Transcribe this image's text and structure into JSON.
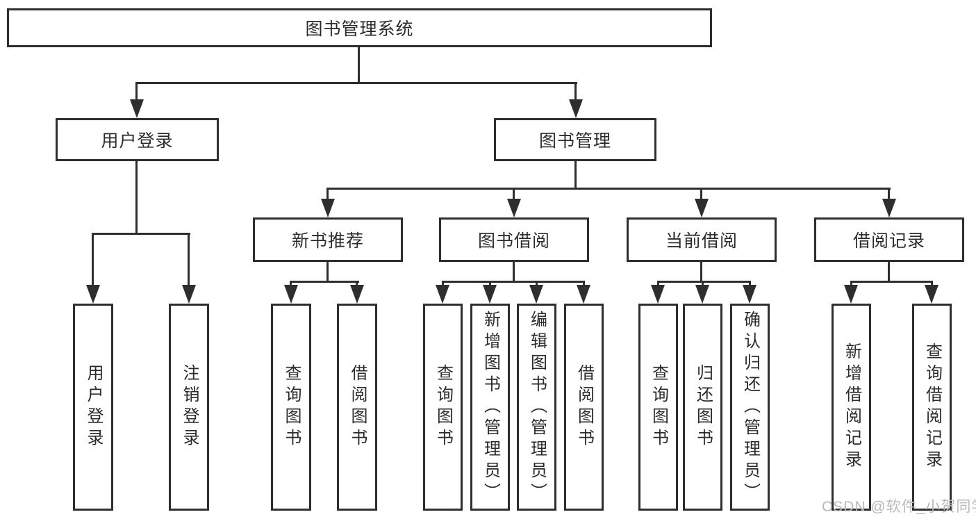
{
  "title": {
    "label": "图书管理系统"
  },
  "branches": {
    "user_login": {
      "label": "用户登录",
      "children": [
        "用户登录",
        "注销登录"
      ]
    },
    "book_management": {
      "label": "图书管理",
      "sections": [
        {
          "label": "新书推荐",
          "children": [
            "查询图书",
            "借阅图书"
          ]
        },
        {
          "label": "图书借阅",
          "children": [
            "查询图书",
            "新增图书（管理员）",
            "编辑图书（管理员）",
            "借阅图书"
          ]
        },
        {
          "label": "当前借阅",
          "children": [
            "查询图书",
            "归还图书",
            "确认归还（管理员）"
          ]
        },
        {
          "label": "借阅记录",
          "children": [
            "新增借阅记录",
            "查询借阅记录"
          ]
        }
      ]
    }
  },
  "watermark": {
    "text": "CSDN @软件_小贺同学",
    "color": "#b9b9bd"
  },
  "colors": {
    "line": "#2e2e2e",
    "text": "#2b2b2b",
    "background": "#ffffff"
  }
}
